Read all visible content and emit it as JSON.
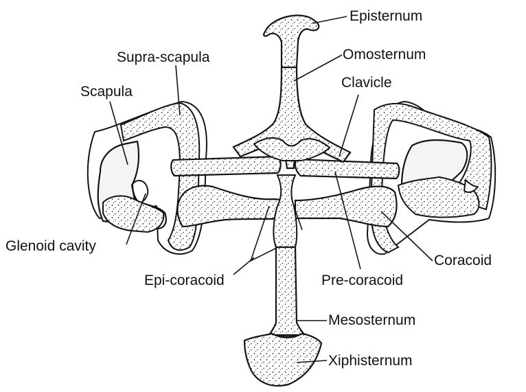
{
  "labels": {
    "episternum": "Episternum",
    "omosternum": "Omosternum",
    "supra_scapula": "Supra-scapula",
    "clavicle": "Clavicle",
    "scapula": "Scapula",
    "glenoid_cavity": "Glenoid cavity",
    "coracoid": "Coracoid",
    "epi_coracoid": "Epi-coracoid",
    "pre_coracoid": "Pre-coracoid",
    "mesosternum": "Mesosternum",
    "xiphisternum": "Xiphisternum"
  },
  "colors": {
    "ink": "#141414",
    "paper": "#ffffff",
    "bone_fill": "#f4f4f4"
  }
}
